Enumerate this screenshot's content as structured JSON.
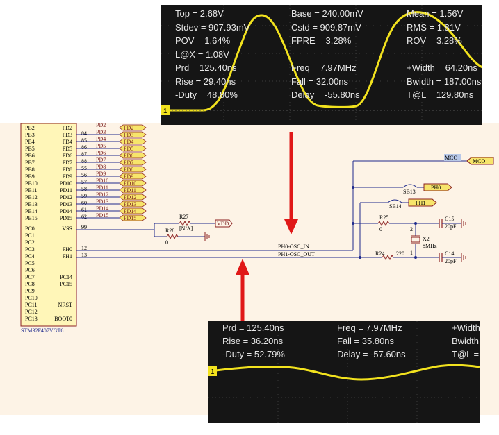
{
  "colors": {
    "schematic_bg": "#fdf3e6",
    "wire": "#1e2a8c",
    "part": "#8a1f1f",
    "net_label_fill": "#f7e56b",
    "scope_bg": "#151515",
    "trace": "#f2e21e",
    "arrow": "#e01818"
  },
  "mcu": {
    "part_number": "STM32F407VGT6",
    "left_pins": [
      "PB2",
      "PB3",
      "PB4",
      "PB5",
      "PB6",
      "PB7",
      "PB8",
      "PB9",
      "PB10",
      "PB11",
      "PB12",
      "PB13",
      "PB14",
      "PB15",
      "PC0",
      "PC1",
      "PC2",
      "PC3",
      "PC4",
      "PC5",
      "PC6",
      "PC7",
      "PC8",
      "PC9",
      "PC10",
      "PC11",
      "PC12",
      "PC13"
    ],
    "right_pins": [
      {
        "name": "PD2",
        "num": ""
      },
      {
        "name": "PD3",
        "num": "84"
      },
      {
        "name": "PD4",
        "num": "85"
      },
      {
        "name": "PD5",
        "num": "86"
      },
      {
        "name": "PD6",
        "num": "87"
      },
      {
        "name": "PD7",
        "num": "88"
      },
      {
        "name": "PD8",
        "num": "55"
      },
      {
        "name": "PD9",
        "num": "56"
      },
      {
        "name": "PD10",
        "num": "57"
      },
      {
        "name": "PD11",
        "num": "58"
      },
      {
        "name": "PD12",
        "num": "59"
      },
      {
        "name": "PD13",
        "num": "60"
      },
      {
        "name": "PD14",
        "num": "61"
      },
      {
        "name": "PD15",
        "num": "62"
      },
      {
        "name": "VSS",
        "num": "99"
      },
      {
        "name": "",
        "num": ""
      },
      {
        "name": "",
        "num": ""
      },
      {
        "name": "PH0",
        "num": "12"
      },
      {
        "name": "PH1",
        "num": "13"
      },
      {
        "name": "",
        "num": ""
      },
      {
        "name": "",
        "num": ""
      },
      {
        "name": "PC14",
        "num": ""
      },
      {
        "name": "PC15",
        "num": ""
      },
      {
        "name": "",
        "num": ""
      },
      {
        "name": "",
        "num": ""
      },
      {
        "name": "NRST",
        "num": ""
      },
      {
        "name": "",
        "num": ""
      },
      {
        "name": "BOOT0",
        "num": ""
      }
    ],
    "pd_net_labels": [
      "PD2",
      "PD3",
      "PD4",
      "PD5",
      "PD6",
      "PD7",
      "PD8",
      "PD9",
      "PD10",
      "PD11",
      "PD12",
      "PD13",
      "PD14",
      "PD15"
    ]
  },
  "components": {
    "r27": {
      "ref": "R27",
      "value": "[N/A]"
    },
    "r28": {
      "ref": "R28",
      "value": "0"
    },
    "vdd": "VDD",
    "r25": {
      "ref": "R25",
      "value": "0"
    },
    "r24": {
      "ref": "R24",
      "value": "220"
    },
    "x2": {
      "ref": "X2",
      "value": "8MHz",
      "pin1": "1",
      "pin2": "2"
    },
    "c15": {
      "ref": "C15",
      "value": "20pF"
    },
    "c14": {
      "ref": "C14",
      "value": "20pF"
    },
    "sb13": "SB13",
    "sb14": "SB14",
    "mco_net": "MCO",
    "mco_port": "MCO",
    "ph0_port": "PH0",
    "ph1_port": "PH1",
    "net_osc_in": "PH0-OSC_IN",
    "net_osc_out": "PH1-OSC_OUT"
  },
  "scope_top": {
    "channel_marker": "1",
    "rows": [
      [
        "Top = 2.68V",
        "Base = 240.00mV",
        "Mean = 1.56V"
      ],
      [
        "Stdev = 907.93mV",
        "Cstd = 909.87mV",
        "RMS = 1.81V"
      ],
      [
        "POV = 1.64%",
        "FPRE = 3.28%",
        "ROV = 3.28%"
      ],
      [
        "L@X = 1.08V",
        "",
        ""
      ],
      [
        "Prd = 125.40ns",
        "Freq = 7.97MHz",
        "+Width = 64.20ns"
      ],
      [
        "Rise = 29.40ns",
        "Fall = 32.00ns",
        "Bwidth = 187.00ns"
      ],
      [
        "-Duty = 48.80%",
        "Delay = -55.80ns",
        "T@L = 129.80ns"
      ]
    ]
  },
  "scope_bottom": {
    "channel_marker": "1",
    "rows": [
      [
        "Prd = 125.40ns",
        "Freq = 7.97MHz",
        "+Width"
      ],
      [
        "Rise = 36.20ns",
        "Fall = 35.80ns",
        "Bwidth"
      ],
      [
        "-Duty = 52.79%",
        "Delay = -57.60ns",
        "T@L = "
      ]
    ]
  }
}
